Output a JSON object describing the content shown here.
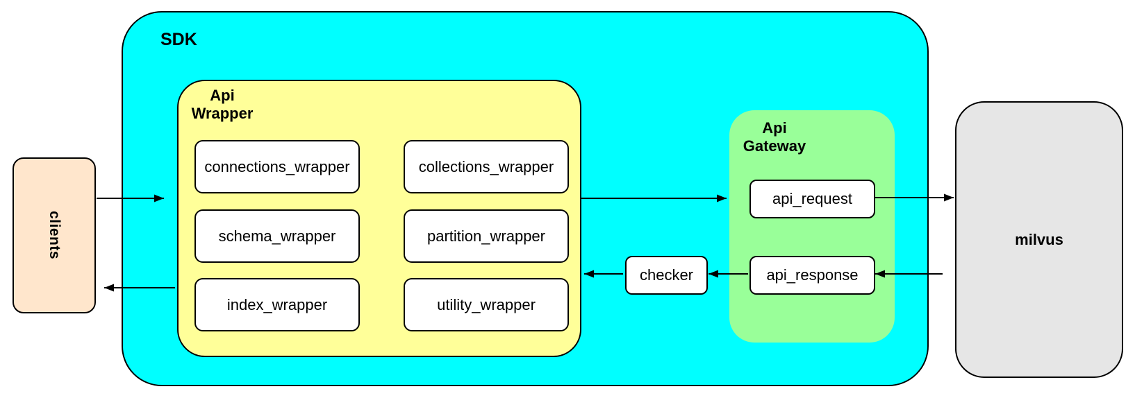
{
  "diagram": {
    "colors": {
      "sdk_fill": "#00ffff",
      "api_wrapper_fill": "#ffff99",
      "api_gateway_fill": "#99ff99",
      "clients_fill": "#ffe6cc",
      "milvus_fill": "#e6e6e6",
      "node_fill": "#ffffff",
      "stroke": "#000000"
    },
    "nodes": {
      "clients": {
        "label": "clients"
      },
      "sdk": {
        "label": "SDK"
      },
      "api_wrapper": {
        "label": "Api\nWrapper",
        "boxes": [
          "connections_wrapper",
          "collections_wrapper",
          "schema_wrapper",
          "partition_wrapper",
          "index_wrapper",
          "utility_wrapper"
        ]
      },
      "checker": {
        "label": "checker"
      },
      "api_gateway": {
        "label": "Api\nGateway",
        "api_request": {
          "label": "api_request"
        },
        "api_response": {
          "label": "api_response"
        }
      },
      "milvus": {
        "label": "milvus"
      }
    }
  }
}
